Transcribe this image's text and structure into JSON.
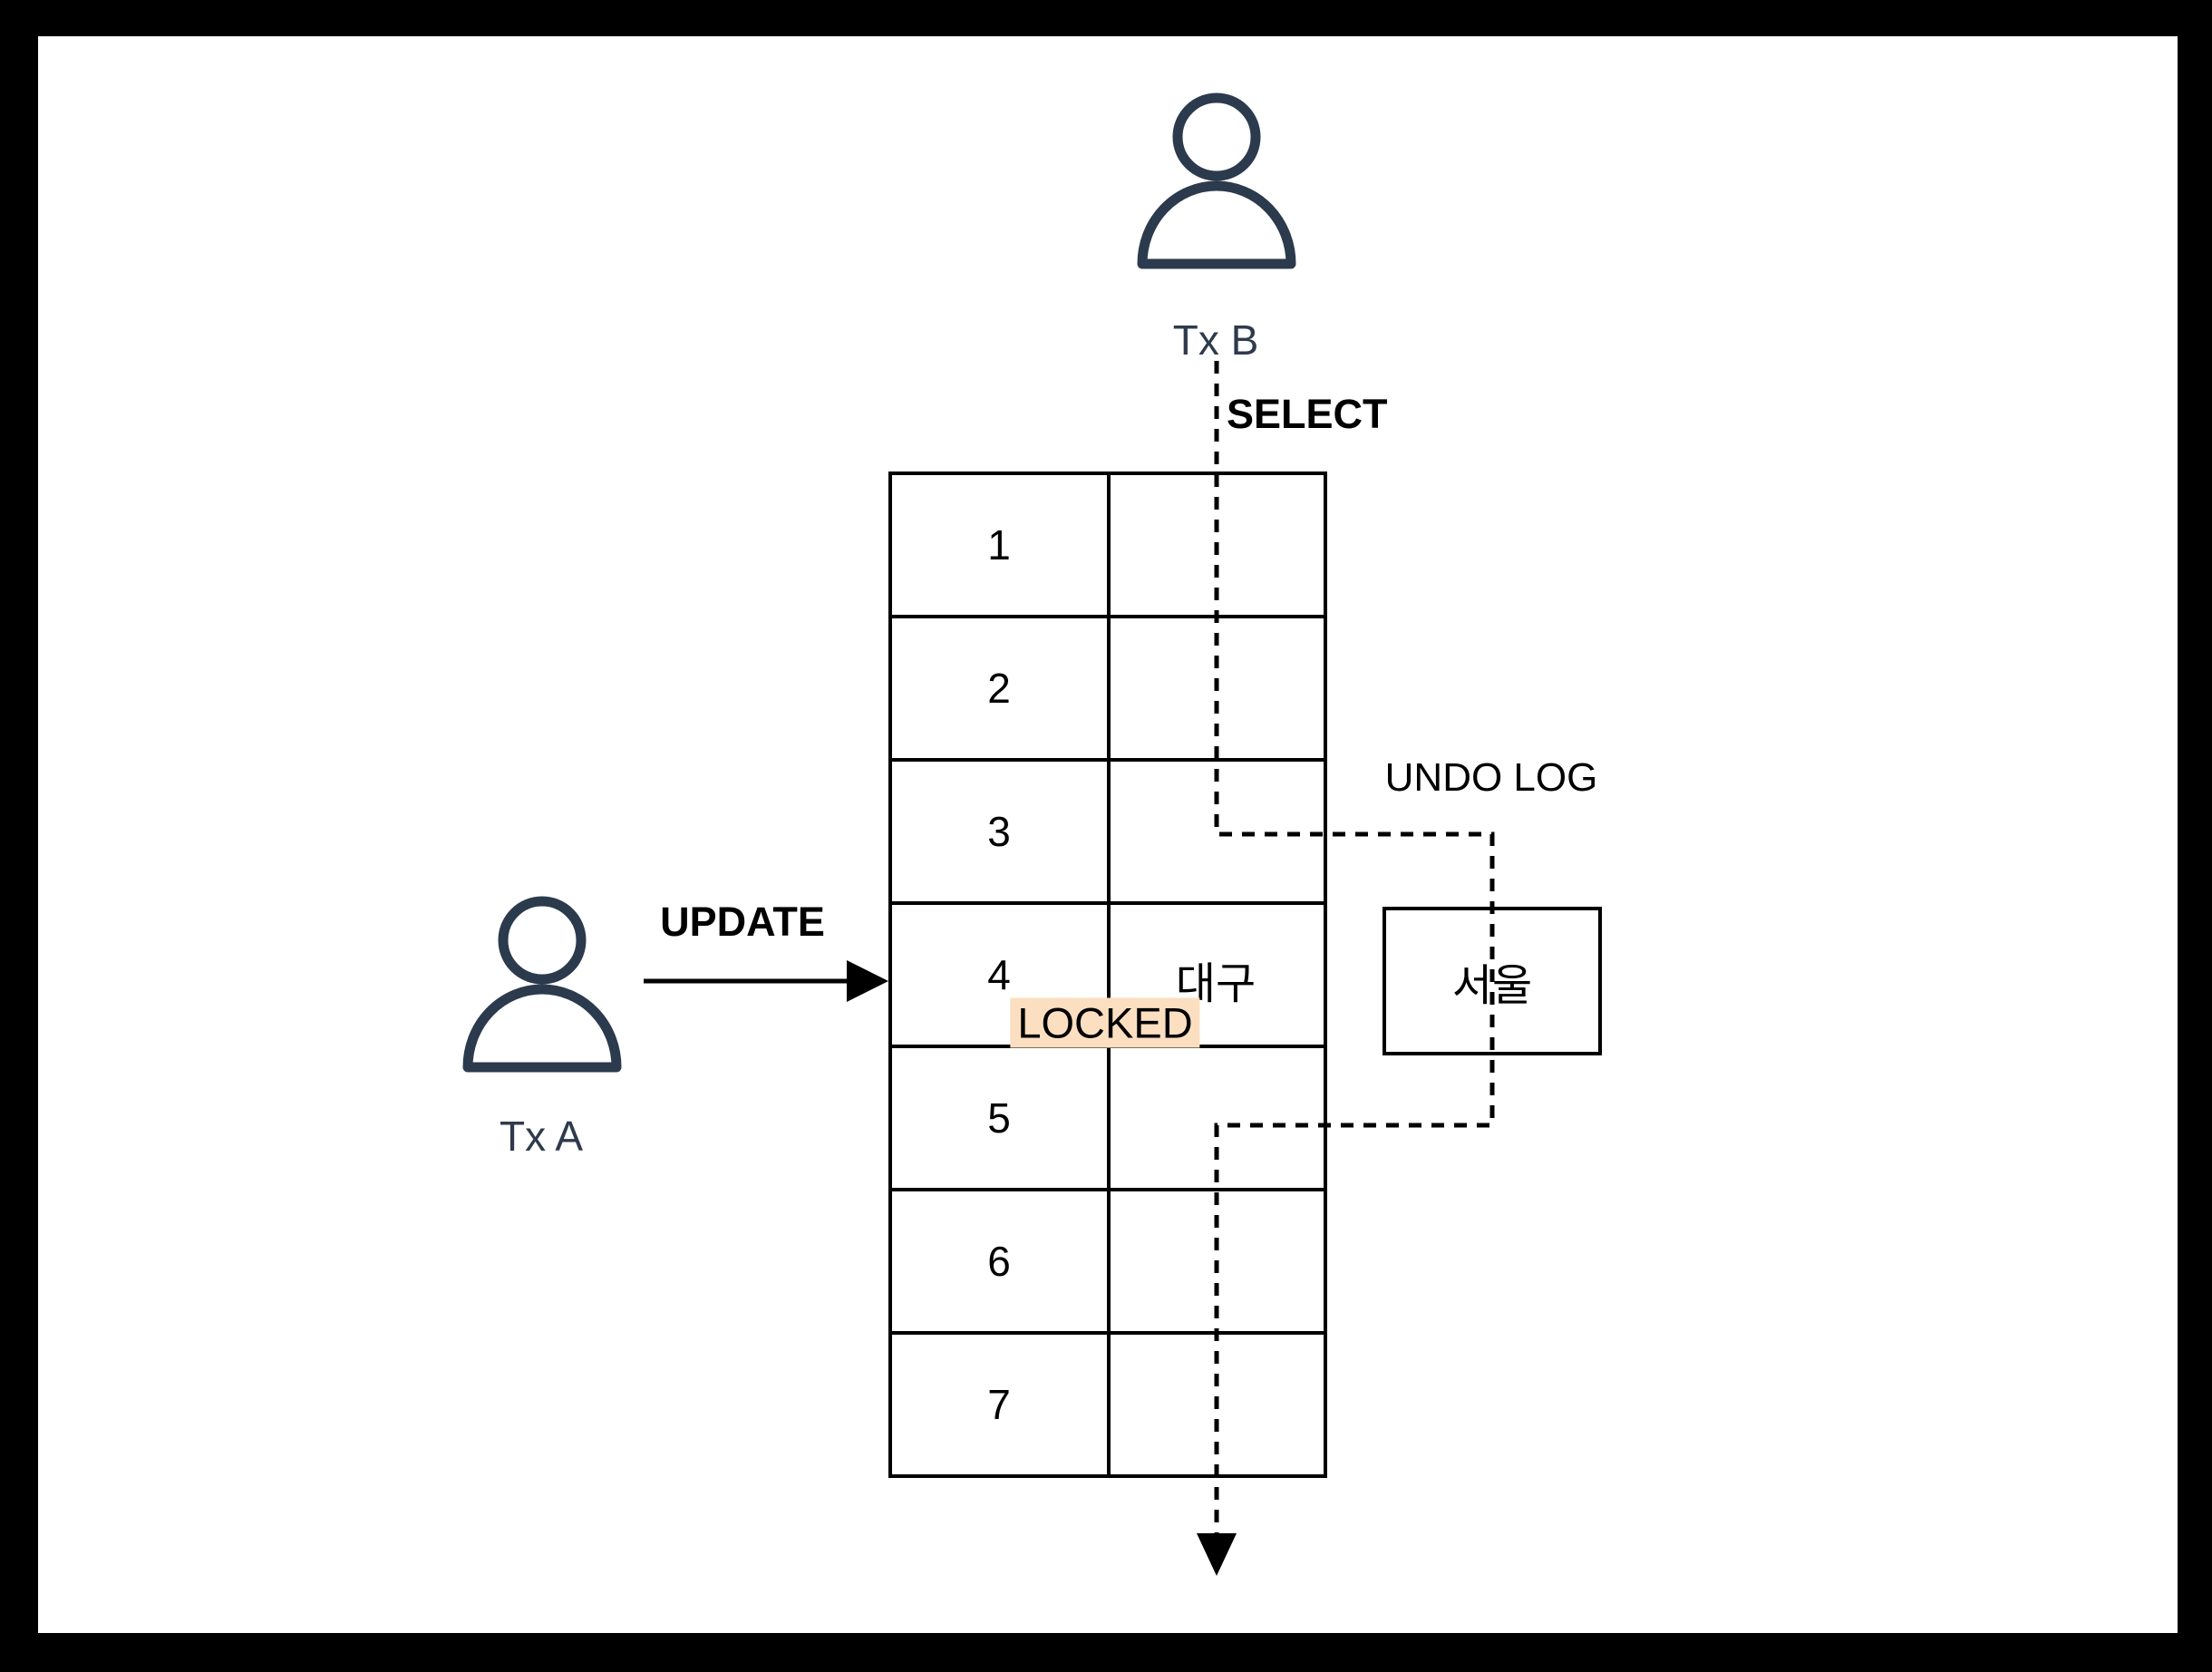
{
  "actors": {
    "tx_b": {
      "label": "Tx B",
      "action": "SELECT"
    },
    "tx_a": {
      "label": "Tx A",
      "action": "UPDATE"
    }
  },
  "table": {
    "rows": [
      {
        "id": "1",
        "value": ""
      },
      {
        "id": "2",
        "value": ""
      },
      {
        "id": "3",
        "value": ""
      },
      {
        "id": "4",
        "value": "대구",
        "status": "LOCKED"
      },
      {
        "id": "5",
        "value": ""
      },
      {
        "id": "6",
        "value": ""
      },
      {
        "id": "7",
        "value": ""
      }
    ]
  },
  "undo_log": {
    "title": "UNDO LOG",
    "value": "서울"
  },
  "colors": {
    "highlight": "#FBDFC0",
    "actor": "#2B3A4C",
    "line": "#000000",
    "page": "#ffffff",
    "frame": "#000000"
  }
}
